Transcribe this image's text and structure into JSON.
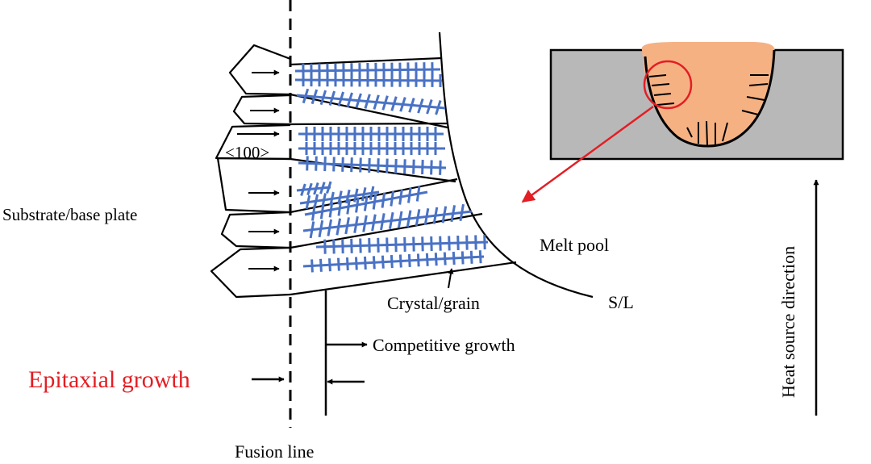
{
  "labels": {
    "substrate": "Substrate/base plate",
    "orientation": "<100>",
    "melt_pool": "Melt pool",
    "solid_liquid": "S/L",
    "crystal_grain": "Crystal/grain",
    "competitive_growth": "Competitive growth",
    "epitaxial_growth": "Epitaxial growth",
    "fusion_line": "Fusion line",
    "heat_source_direction": "Heat source direction"
  },
  "colors": {
    "dendrite": "#4a72c4",
    "epitaxial_text": "#e31e24",
    "pointer_arrow": "#e31e24",
    "melt_pool_fill": "#f6b183",
    "base_plate_fill": "#b9b8b9",
    "outline": "#000000"
  }
}
